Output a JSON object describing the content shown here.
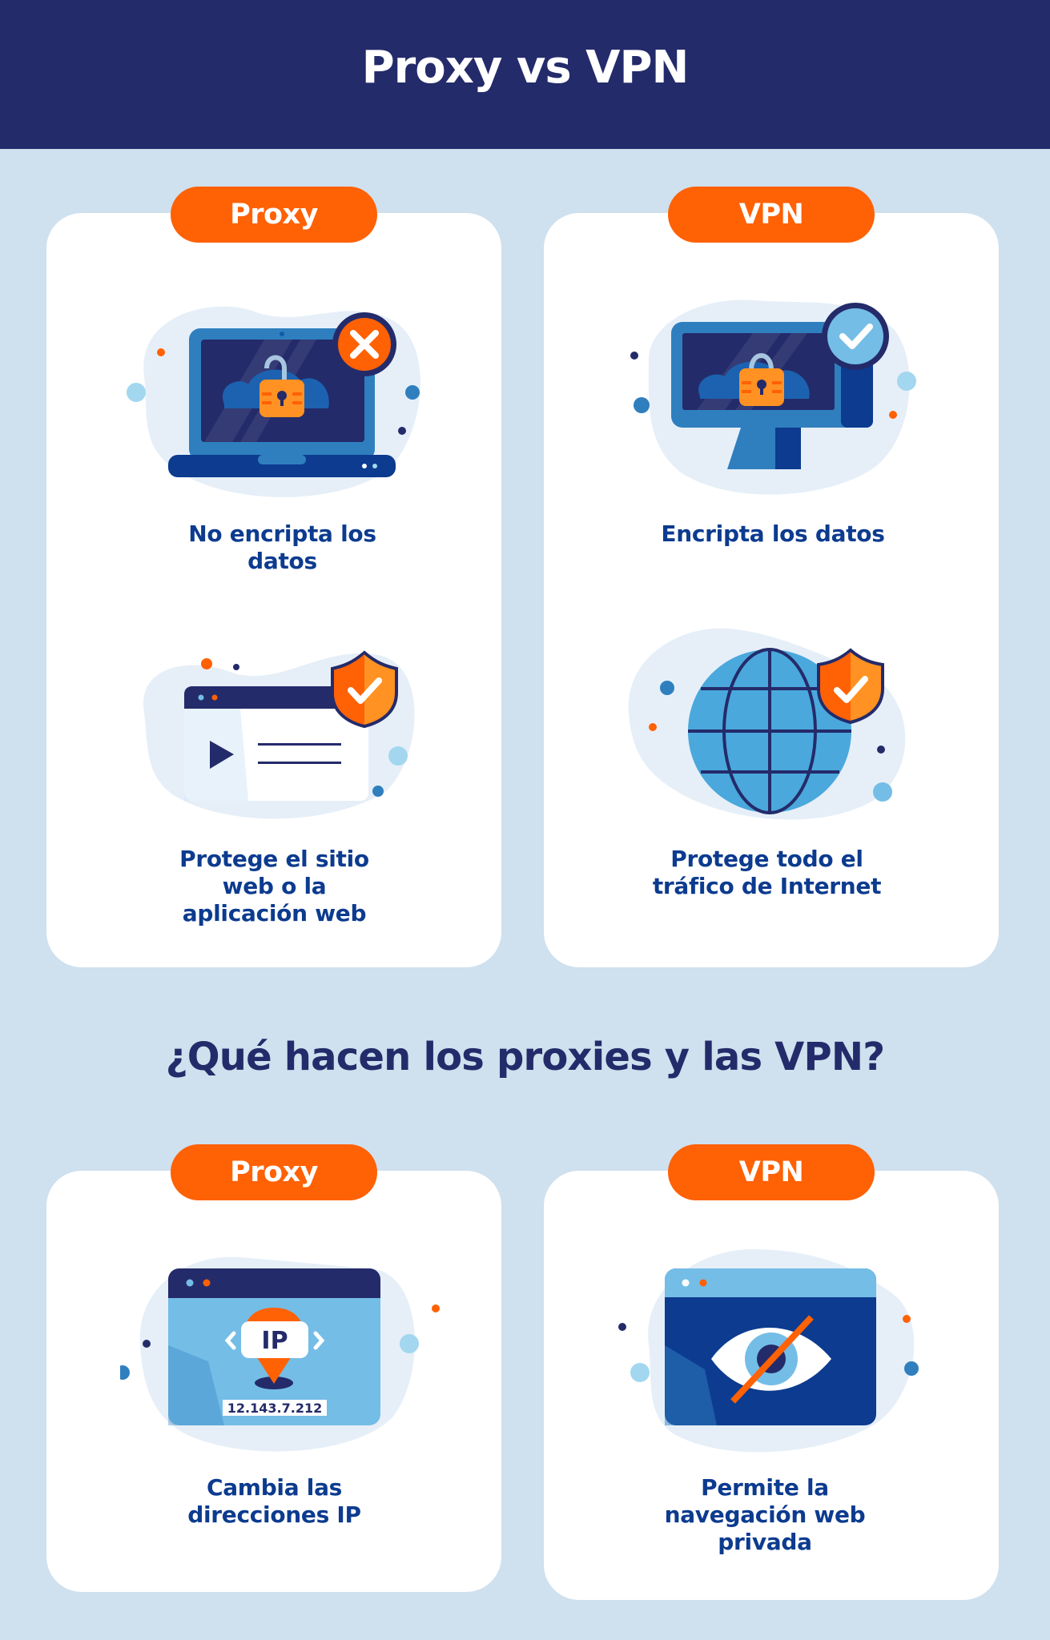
{
  "header": {
    "title": "Proxy vs VPN"
  },
  "colors": {
    "header_bg": "#242b6a",
    "page_bg": "#cfe0ee",
    "accent_orange": "#ff6105",
    "text_blue": "#0c3b8f",
    "navy": "#242b6a"
  },
  "comparison": {
    "proxy": {
      "label": "Proxy",
      "features": [
        {
          "icon": "laptop-unlocked-padlock-x-icon",
          "text": "No encripta los datos"
        },
        {
          "icon": "browser-window-shield-check-icon",
          "text": "Protege el sitio web o la aplicación web"
        }
      ]
    },
    "vpn": {
      "label": "VPN",
      "features": [
        {
          "icon": "monitor-locked-padlock-check-icon",
          "text": "Encripta los datos"
        },
        {
          "icon": "globe-shield-check-icon",
          "text": "Protege todo el tráfico de Internet"
        }
      ]
    }
  },
  "section2": {
    "title": "¿Qué hacen los proxies y las VPN?",
    "proxy": {
      "label": "Proxy",
      "feature": {
        "icon": "browser-ip-location-icon",
        "ip_badge": "IP",
        "ip_address": "12.143.7.212",
        "text": "Cambia las direcciones IP"
      }
    },
    "vpn": {
      "label": "VPN",
      "feature": {
        "icon": "browser-eye-crossed-icon",
        "text": "Permite la navegación web privada"
      }
    }
  }
}
